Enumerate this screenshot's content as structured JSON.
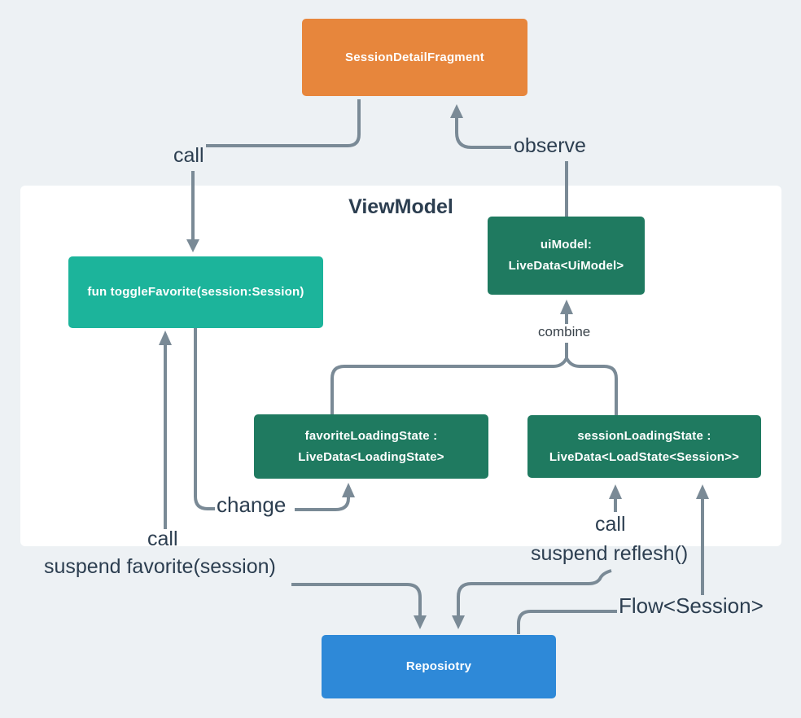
{
  "diagram": {
    "title": "ViewModel",
    "nodes": {
      "fragment": {
        "label": "SessionDetailFragment"
      },
      "toggle_favorite": {
        "label": "fun toggleFavorite(session:Session)"
      },
      "ui_model": {
        "line1": "uiModel:",
        "line2": "LiveData<UiModel>"
      },
      "favorite_loading_state": {
        "line1": "favoriteLoadingState :",
        "line2": "LiveData<LoadingState>"
      },
      "session_loading_state": {
        "line1": "sessionLoadingState :",
        "line2": "LiveData<LoadState<Session>>"
      },
      "repository": {
        "label": "Reposiotry"
      }
    },
    "labels": {
      "call_top": "call",
      "observe": "observe",
      "combine": "combine",
      "change": "change",
      "call_left": "call",
      "suspend_favorite": "suspend favorite(session)",
      "call_right": "call",
      "suspend_reflesh": "suspend reflesh()",
      "flow_session": "Flow<Session>"
    },
    "colors": {
      "background": "#EDF1F4",
      "panel": "#FFFFFF",
      "arrow": "#7A8A96",
      "label_text": "#2C3E50",
      "node_fragment": "#E7863C",
      "node_method": "#1CB49B",
      "node_livedata": "#1F7A60",
      "node_repository": "#2E89D8"
    }
  }
}
